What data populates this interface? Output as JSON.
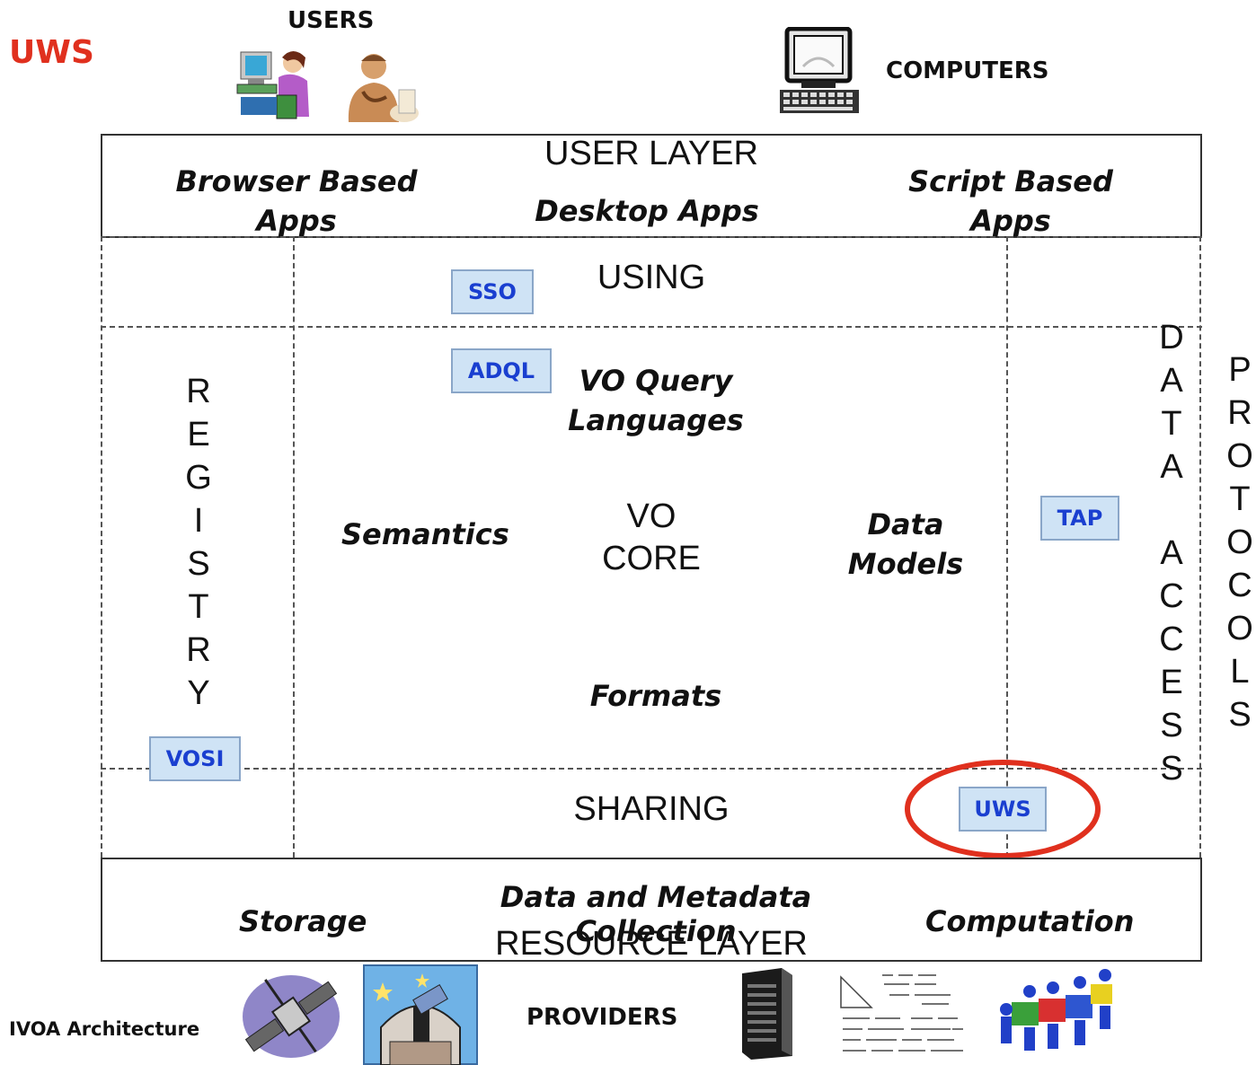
{
  "top": {
    "uws_label": "UWS",
    "users_label": "USERS",
    "computers_label": "COMPUTERS"
  },
  "user_layer": {
    "title": "USER LAYER",
    "browser_apps": [
      "Browser Based",
      "Apps"
    ],
    "desktop_apps": "Desktop Apps",
    "script_apps": [
      "Script Based",
      "Apps"
    ]
  },
  "core": {
    "using": "USING",
    "sso": "SSO",
    "adql": "ADQL",
    "vo_query": [
      "VO Query",
      "Languages"
    ],
    "registry": [
      "R",
      "E",
      "G",
      "I",
      "S",
      "T",
      "R",
      "Y"
    ],
    "vosi": "VOSI",
    "semantics": "Semantics",
    "vo_core": [
      "VO",
      "CORE"
    ],
    "data_models": [
      "Data",
      "Models"
    ],
    "tap": "TAP",
    "data_access": [
      "D",
      "A",
      "T",
      "A",
      " ",
      "A",
      "C",
      "C",
      "E",
      "S",
      "S"
    ],
    "formats": "Formats",
    "sharing": "SHARING",
    "uws_tag": "UWS",
    "highlight_color": "#e0301e"
  },
  "protocols": [
    "P",
    "R",
    "O",
    "T",
    "O",
    "C",
    "O",
    "L",
    "S"
  ],
  "resource_layer": {
    "storage": "Storage",
    "collection": "Data and Metadata Collection",
    "title": "RESOURCE LAYER",
    "computation": "Computation"
  },
  "bottom": {
    "ivoa_label": "IVOA Architecture",
    "providers_label": "PROVIDERS"
  },
  "icons": [
    "user-at-computer-icon",
    "thinking-person-icon",
    "computer-terminal-icon",
    "satellite-icon",
    "observatory-icon",
    "server-rack-icon",
    "math-notes-icon",
    "puzzle-team-icon"
  ]
}
